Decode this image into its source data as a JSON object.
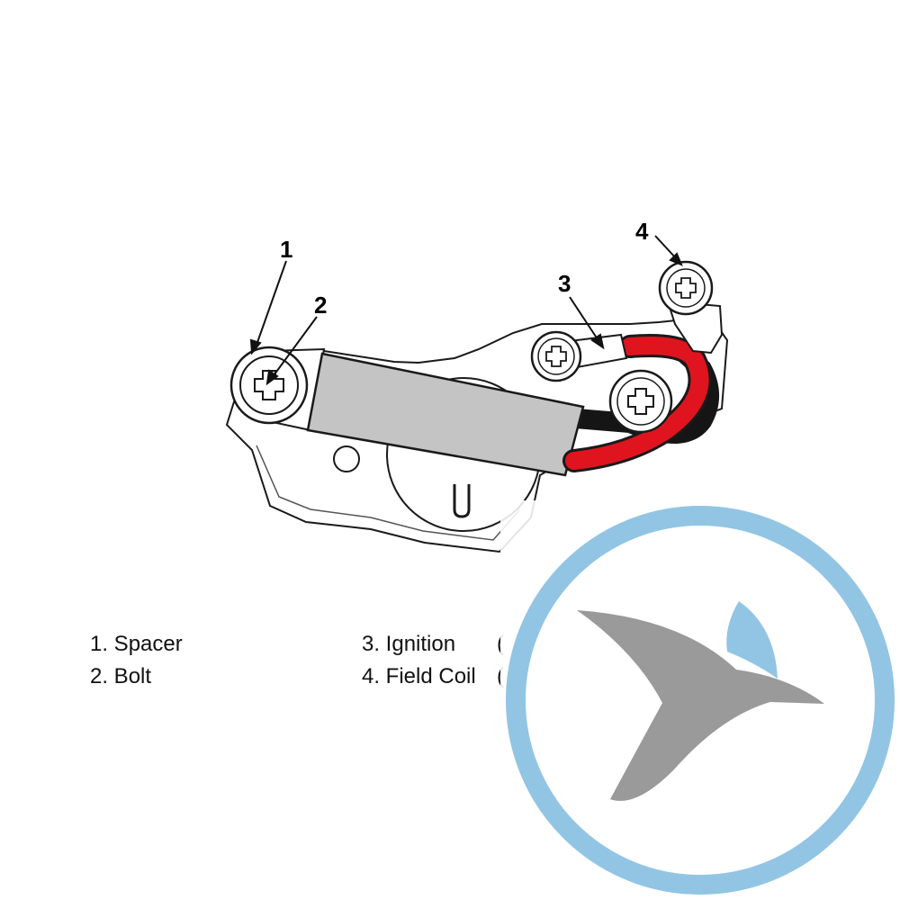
{
  "callouts": {
    "c1": "1",
    "c2": "2",
    "c3": "3",
    "c4": "4"
  },
  "legend": {
    "item1": "1. Spacer",
    "item2": "2. Bolt",
    "item3": "3. Ignition",
    "item4": "4. Field Coil",
    "item3_suffix": "(",
    "item4_suffix": "("
  },
  "colors": {
    "wire_red": "#e0141e",
    "wire_black": "#151515",
    "module_gray": "#c4c4c4",
    "watermark_blue": "#92c5e4",
    "watermark_gray": "#9a9a9a"
  }
}
